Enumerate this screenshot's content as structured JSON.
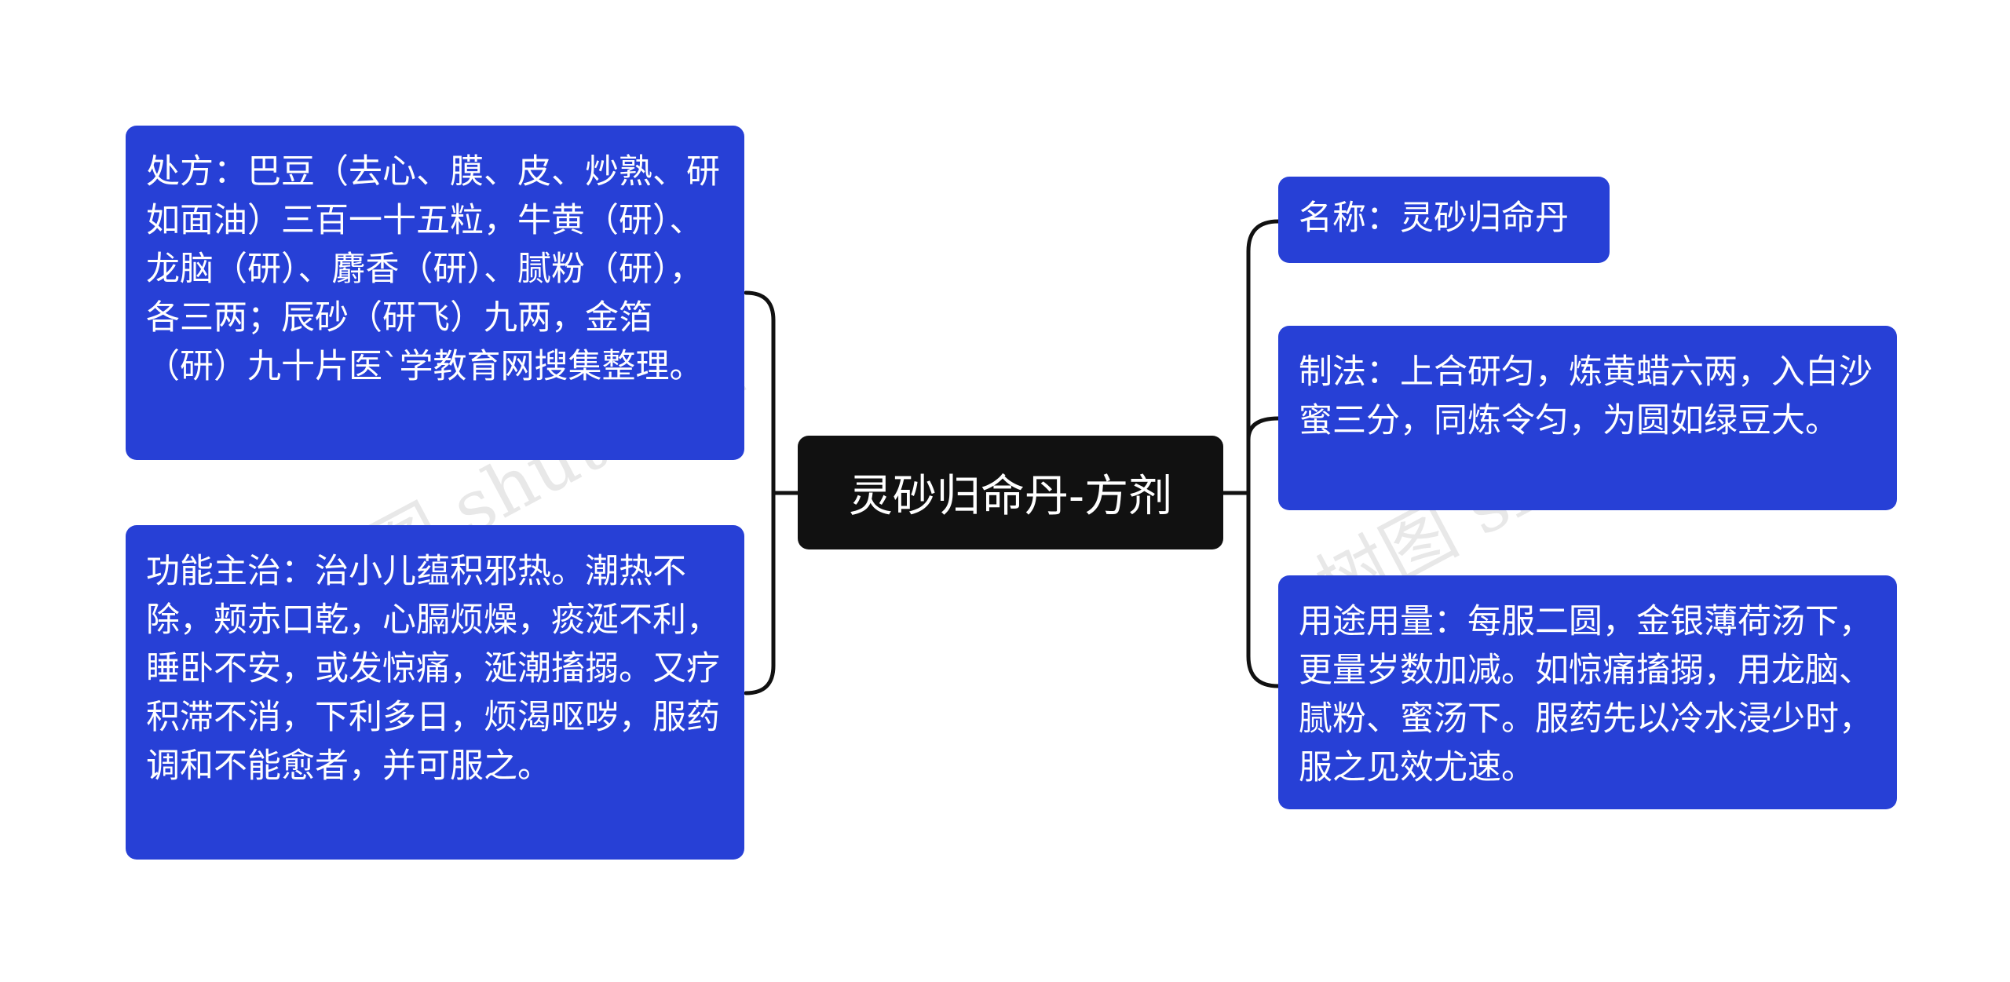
{
  "center": {
    "title": "灵砂归命丹-方剂"
  },
  "left_nodes": [
    {
      "id": "prescription",
      "text": "处方：巴豆（去心、膜、皮、炒熟、研如面油）三百一十五粒，牛黄（研）、龙脑（研）、麝香（研）、腻粉（研），各三两；辰砂（研飞）九两，金箔（研）九十片医`学教育网搜集整理。"
    },
    {
      "id": "function",
      "text": "功能主治：治小儿蕴积邪热。潮热不除，颊赤口乾，心膈烦燥，痰涎不利，睡卧不安，或发惊痛，涎潮搐搦。又疗积滞不消，下利多日，烦渴呕哕，服药调和不能愈者，并可服之。"
    }
  ],
  "right_nodes": [
    {
      "id": "name",
      "text": "名称：灵砂归命丹"
    },
    {
      "id": "method",
      "text": "制法：上合研匀，炼黄蜡六两，入白沙蜜三分，同炼令匀，为圆如绿豆大。"
    },
    {
      "id": "usage",
      "text": "用途用量：每服二圆，金银薄荷汤下，更量岁数加减。如惊痛搐搦，用龙脑、腻粉、蜜汤下。服药先以冷水浸少时，服之见效尤速。"
    }
  ],
  "watermarks": [
    "树图 shutu.cn",
    "树图 shutu.cn"
  ],
  "colors": {
    "node_bg": "#2740d6",
    "center_bg": "#111111",
    "line": "#111111",
    "text": "#ffffff"
  }
}
